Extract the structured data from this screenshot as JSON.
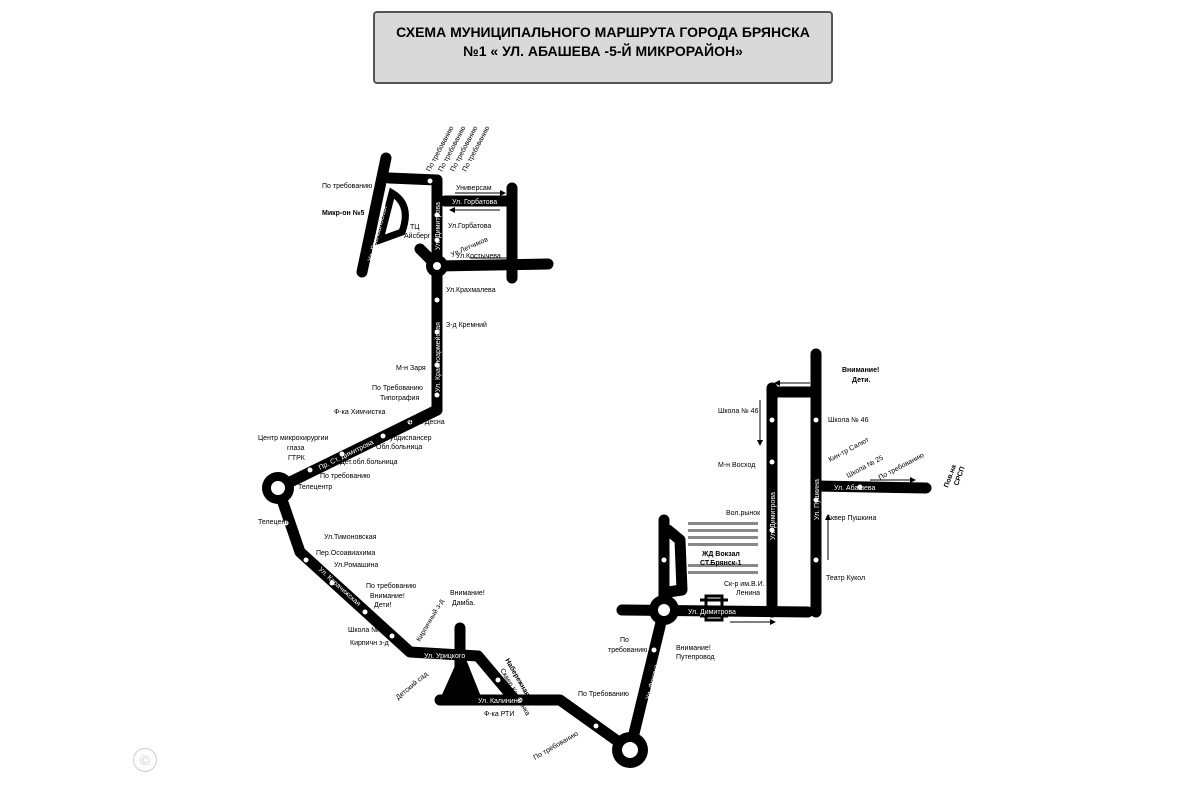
{
  "title": {
    "line1": "СХЕМА МУНИЦИПАЛЬНОГО МАРШРУТА ГОРОДА БРЯНСКА",
    "line2": "№1 « УЛ. АБАШЕВА -5-Й МИКРОРАЙОН»"
  },
  "streets": {
    "roslavlskaya": "Ул. Рославльская",
    "dimitrova_top": "Ул. Димитрова",
    "gorbatova": "Ул. Горбатова",
    "krasnoarmeyskaya": "Ул. Красноармейская",
    "stanke_dimitrova": "Пр. Ст. Димитрова",
    "karachizhskaya": "Ул. Карачижская",
    "uritskogo": "Ул. Урицкого",
    "kalinina": "Ул. Калинина",
    "fokina": "Ул. Фокина",
    "dimitrova_right": "Ул. Димитрова",
    "pushkina": "Ул. Пушкина",
    "abasheva": "Ул. Абашева"
  },
  "labels": {
    "po_treb": "По требованию",
    "po_treb2": "По Требованию",
    "mikron5": "Микр-он №5",
    "tc": "ТЦ",
    "aisberg": "Айсберг",
    "universam": "Универсам",
    "ul_gorbatova": "Ул.Горбатова",
    "ul_letchikov": "Ул.Летчиков",
    "ul_kostycheva": "Ул.Костычева",
    "ul_krakhmaleva": "Ул.Крахмалева",
    "z_kremniy": "З-д Кремний",
    "m_zarya": "М-н Заря",
    "tipografiya": "Типография",
    "f_khimchistka": "Ф-ка Химчистка",
    "f_desna": "Ф-ка Десна",
    "tubdispanser": "Тубдиспансер",
    "obl_bolnitsa": "Обл.больница",
    "tsentr": "Центр микрохирургии",
    "glaza": "глаза",
    "gtrk": "ГТРК",
    "det_bolnitsa": "Дет.обл.больница",
    "telecentr": "Телецентр",
    "ul_timonovskaya": "Ул.Тимоновская",
    "per_osoaviakhima": "Пер.Осоавиахима",
    "ul_romashina": "Ул.Ромашина",
    "vnimanie": "Внимание!",
    "deti": "Дети!",
    "damba": "Дамба.",
    "shkola6": "Школа № 6",
    "kirpich_zd": "Кирпичн з-д",
    "kirpich_zd2": "Кирпичный з-д",
    "detskiy_sad": "Детский сад",
    "f_rti": "Ф-ка РТИ",
    "naberezhnaya": "Набережная",
    "skver_kashtanka": "Сквер Каштанка",
    "puteprovod": "Путепровод",
    "zhd_vokzal": "ЖД Вокзал",
    "st_bryansk": "СТ.Брянск-1",
    "skver_lenina_1": "Ск-р им.В.И.",
    "skver_lenina_2": "Ленина",
    "vol_rynok": "Вол.рынок",
    "m_voskhod": "М-н Восход",
    "shkola46": "Школа № 46",
    "vnimanie_deti_1": "Внимание!",
    "vnimanie_deti_2": "Дети.",
    "kin_salyut": "Кин-тр Салют",
    "shkola25": "Школа № 25",
    "skver_pushkina": "Сквер Пушкина",
    "teatr_kukol": "Театр Кукол",
    "pov_1": "Пов.на",
    "pov_2": "СРСП"
  },
  "copyright_glyph": "©"
}
